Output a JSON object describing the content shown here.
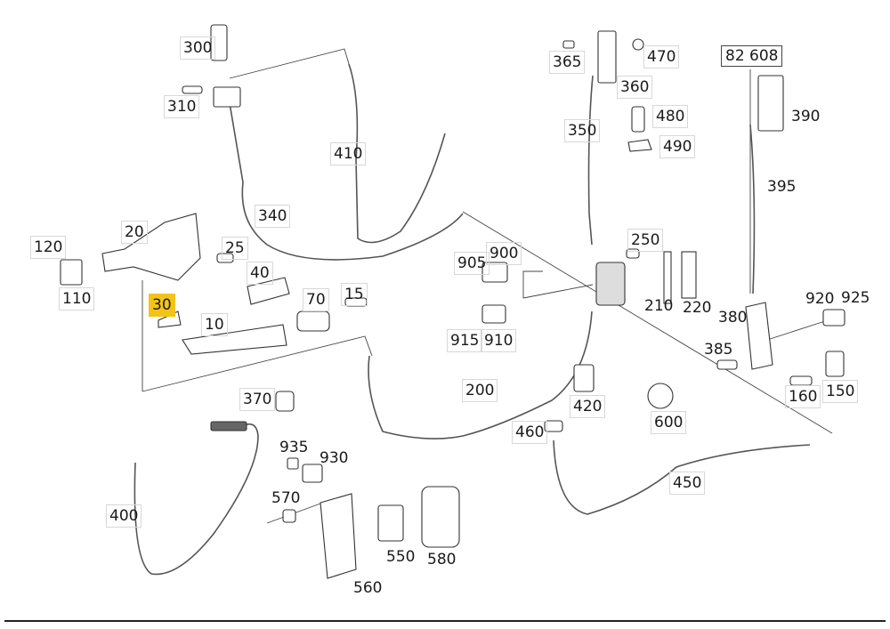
{
  "diagram": {
    "title": "Door handle / lock / cable assembly parts diagram",
    "highlight_color": "#f2c318",
    "reference_box": "82 608",
    "highlighted_part": "30",
    "callouts": [
      {
        "id": "300",
        "label": "300"
      },
      {
        "id": "310",
        "label": "310"
      },
      {
        "id": "410",
        "label": "410"
      },
      {
        "id": "340",
        "label": "340"
      },
      {
        "id": "20",
        "label": "20"
      },
      {
        "id": "120",
        "label": "120"
      },
      {
        "id": "110",
        "label": "110"
      },
      {
        "id": "25",
        "label": "25"
      },
      {
        "id": "40",
        "label": "40"
      },
      {
        "id": "30",
        "label": "30"
      },
      {
        "id": "10",
        "label": "10"
      },
      {
        "id": "70",
        "label": "70"
      },
      {
        "id": "15",
        "label": "15"
      },
      {
        "id": "365",
        "label": "365"
      },
      {
        "id": "470",
        "label": "470"
      },
      {
        "id": "360",
        "label": "360"
      },
      {
        "id": "480",
        "label": "480"
      },
      {
        "id": "350",
        "label": "350"
      },
      {
        "id": "490",
        "label": "490"
      },
      {
        "id": "82608",
        "label": "82 608"
      },
      {
        "id": "390",
        "label": "390"
      },
      {
        "id": "395",
        "label": "395"
      },
      {
        "id": "250",
        "label": "250"
      },
      {
        "id": "905",
        "label": "905"
      },
      {
        "id": "900",
        "label": "900"
      },
      {
        "id": "210",
        "label": "210"
      },
      {
        "id": "220",
        "label": "220"
      },
      {
        "id": "380",
        "label": "380"
      },
      {
        "id": "920",
        "label": "920"
      },
      {
        "id": "925",
        "label": "925"
      },
      {
        "id": "915",
        "label": "915"
      },
      {
        "id": "910",
        "label": "910"
      },
      {
        "id": "385",
        "label": "385"
      },
      {
        "id": "160",
        "label": "160"
      },
      {
        "id": "150",
        "label": "150"
      },
      {
        "id": "200",
        "label": "200"
      },
      {
        "id": "420",
        "label": "420"
      },
      {
        "id": "600",
        "label": "600"
      },
      {
        "id": "460",
        "label": "460"
      },
      {
        "id": "450",
        "label": "450"
      },
      {
        "id": "370",
        "label": "370"
      },
      {
        "id": "935",
        "label": "935"
      },
      {
        "id": "930",
        "label": "930"
      },
      {
        "id": "570",
        "label": "570"
      },
      {
        "id": "550",
        "label": "550"
      },
      {
        "id": "580",
        "label": "580"
      },
      {
        "id": "560",
        "label": "560"
      },
      {
        "id": "400",
        "label": "400"
      }
    ]
  }
}
